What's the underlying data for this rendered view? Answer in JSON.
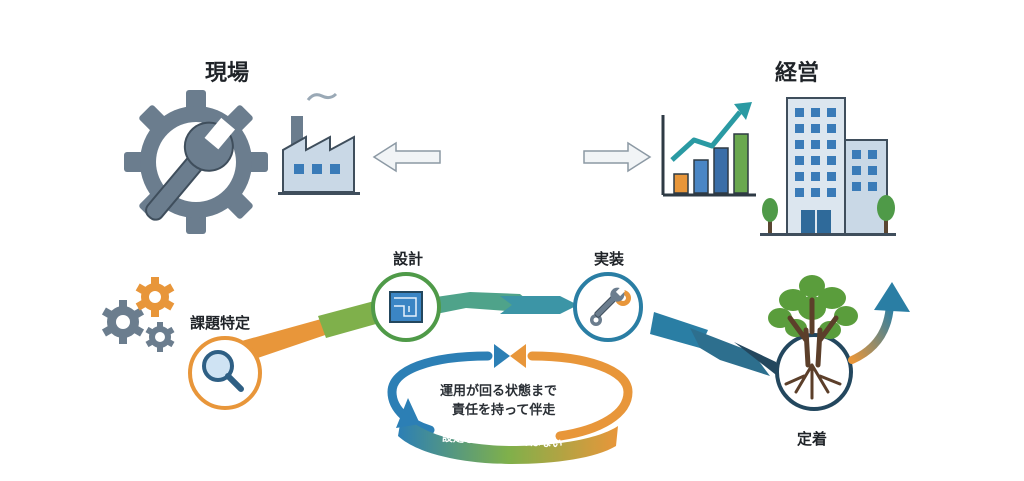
{
  "headings": {
    "left": "現場",
    "right": "経営"
  },
  "steps": [
    {
      "label": "課題特定",
      "icon": "magnifier-icon"
    },
    {
      "label": "設計",
      "icon": "blueprint-icon"
    },
    {
      "label": "実装",
      "icon": "wrench-gear-icon"
    },
    {
      "label": "定着",
      "icon": "tree-icon"
    }
  ],
  "cycle": {
    "center_line1": "運用が回る状態まで",
    "center_line2": "責任を持って伴走",
    "band_text": "設定して終わりではない"
  },
  "colors": {
    "orange": "#e8963a",
    "green": "#6aa84f",
    "teal": "#2f8aa8",
    "navy": "#23475e",
    "gray_icon": "#6b7d8e"
  }
}
